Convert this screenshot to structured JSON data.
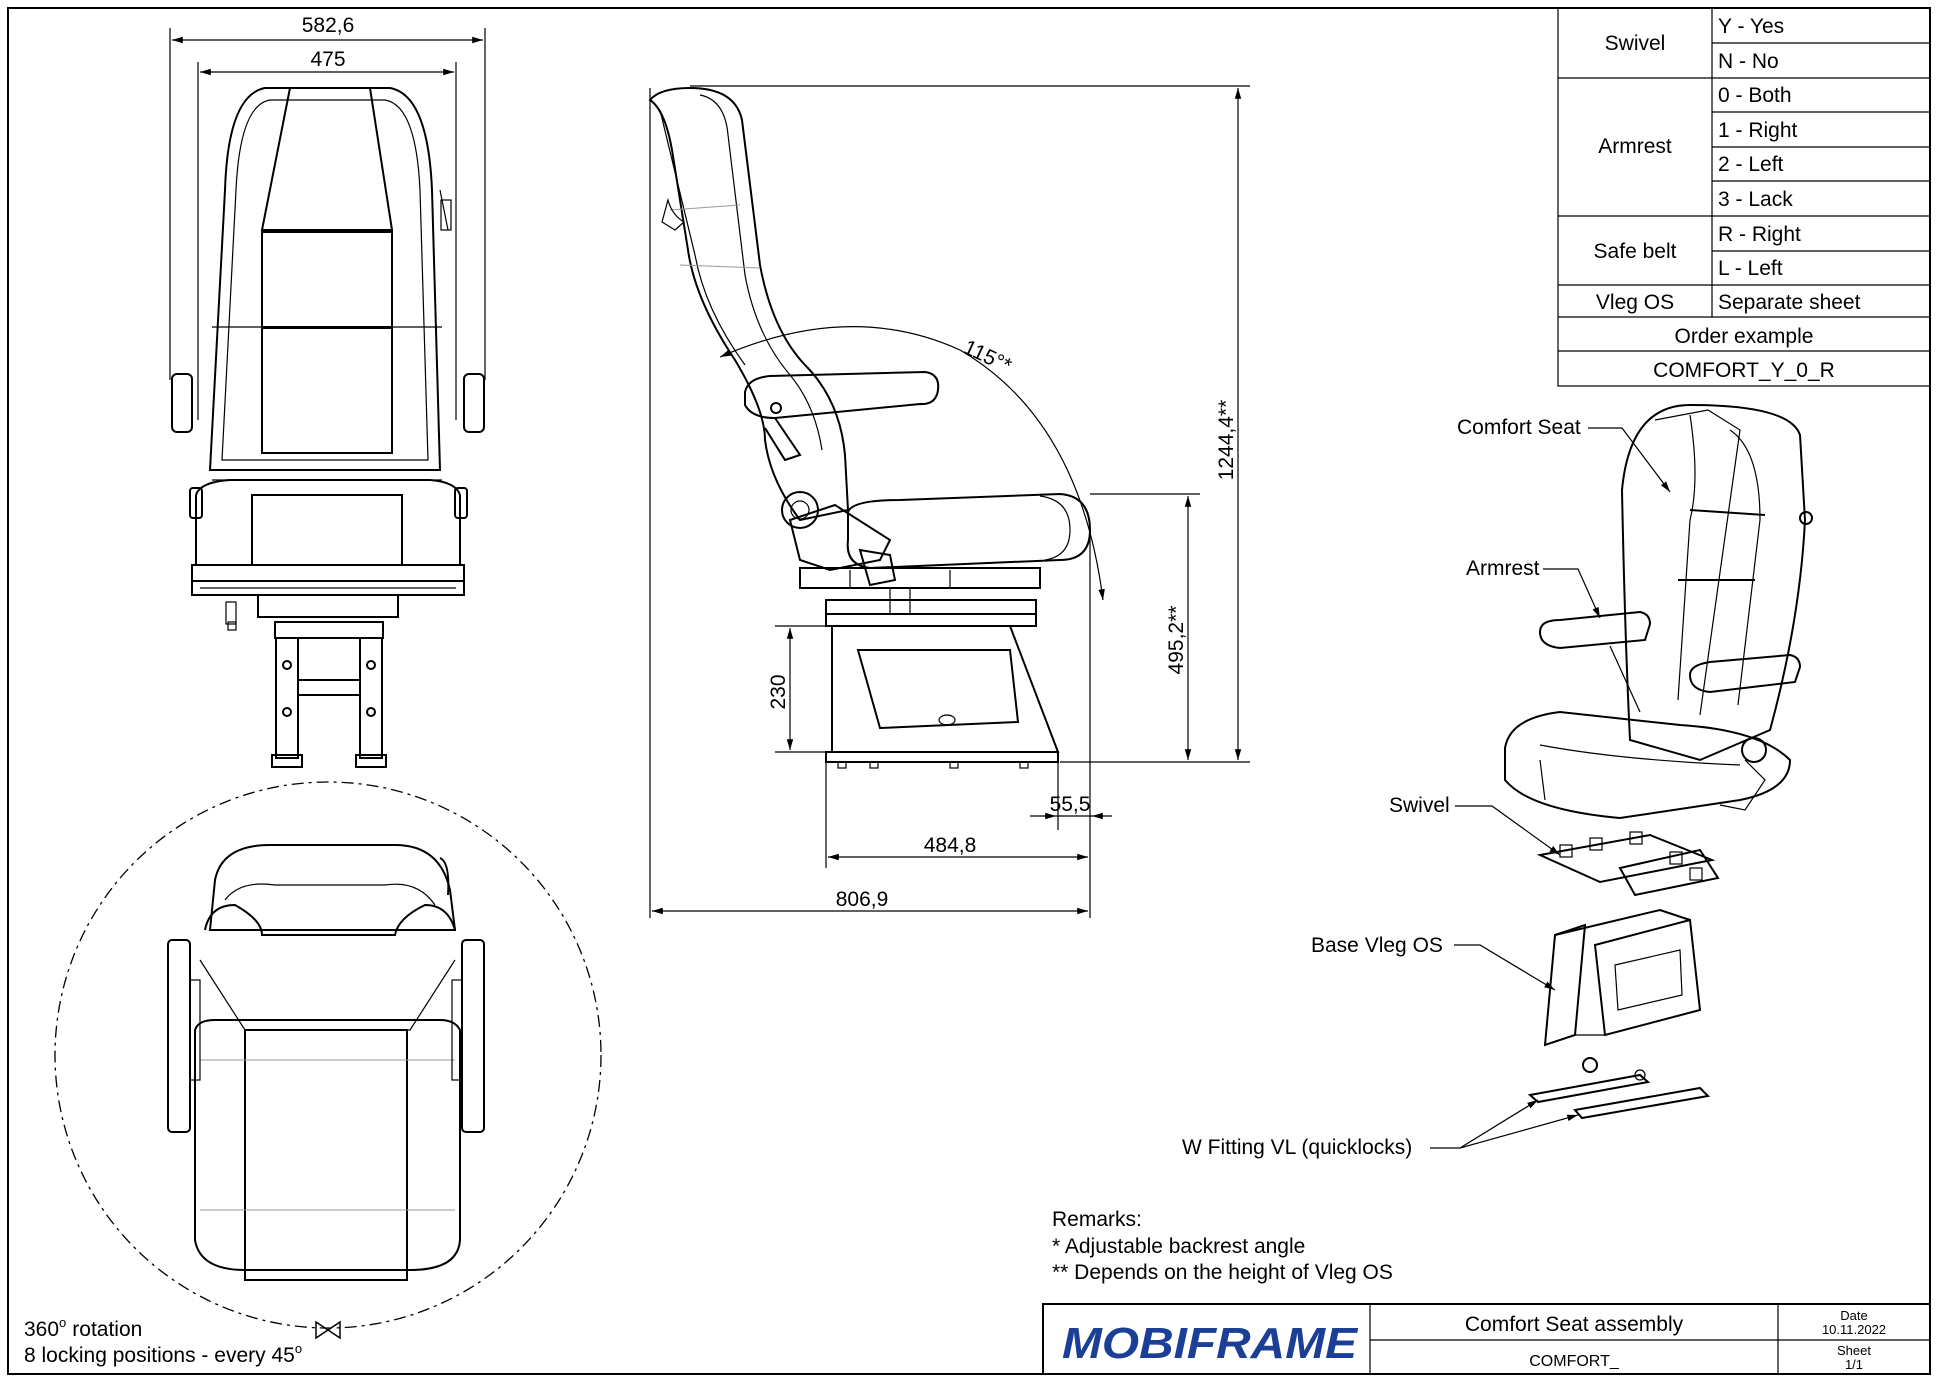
{
  "options_table": {
    "rows": [
      {
        "group": "Swivel",
        "options": [
          "Y - Yes",
          "N - No"
        ]
      },
      {
        "group": "Armrest",
        "options": [
          "0 - Both",
          "1 - Right",
          "2 - Left",
          "3 - Lack"
        ]
      },
      {
        "group": "Safe belt",
        "options": [
          "R - Right",
          "L - Left"
        ]
      },
      {
        "group": "Vleg OS",
        "options": [
          "Separate sheet"
        ]
      }
    ],
    "order_example_label": "Order example",
    "order_example_value": "COMFORT_Y_0_R"
  },
  "dimensions": {
    "front_outer_width": "582,6",
    "front_inner_width": "475",
    "total_height": "1244,4**",
    "seat_height": "495,2**",
    "base_height": "230",
    "offset": "55,5",
    "base_depth": "484,8",
    "total_depth": "806,9",
    "recline_angle": "115°*"
  },
  "exploded_labels": {
    "seat": "Comfort Seat",
    "armrest": "Armrest",
    "swivel": "Swivel",
    "base": "Base Vleg OS",
    "fitting": "W Fitting VL (quicklocks)"
  },
  "rotation_note": {
    "line1_value": "360",
    "line1_text": "rotation",
    "line2_text": "8 locking positions - every 45"
  },
  "remarks": {
    "title": "Remarks:",
    "line1": "* Adjustable backrest angle",
    "line2": "** Depends on the height of Vleg OS"
  },
  "title_block": {
    "logo": "MOBIFRAME",
    "title": "Comfort Seat assembly",
    "drawing_no": "COMFORT_",
    "date_label": "Date",
    "date_value": "10.11.2022",
    "sheet_label": "Sheet",
    "sheet_value": "1/1"
  },
  "colors": {
    "logo_blue": "#1b3f96",
    "logo_red": "#d52b2b",
    "line": "#000000"
  }
}
